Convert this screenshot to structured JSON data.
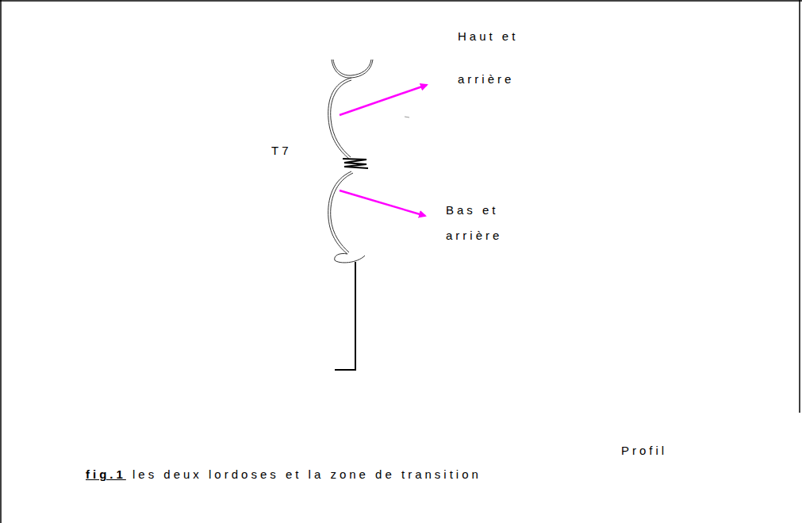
{
  "diagram": {
    "caption": "les deux lordoses et la zone de transition",
    "labels": [
      "Haut et arrière",
      "T7",
      "Bas et arrière",
      "Profil",
      "fig.1"
    ]
  }
}
